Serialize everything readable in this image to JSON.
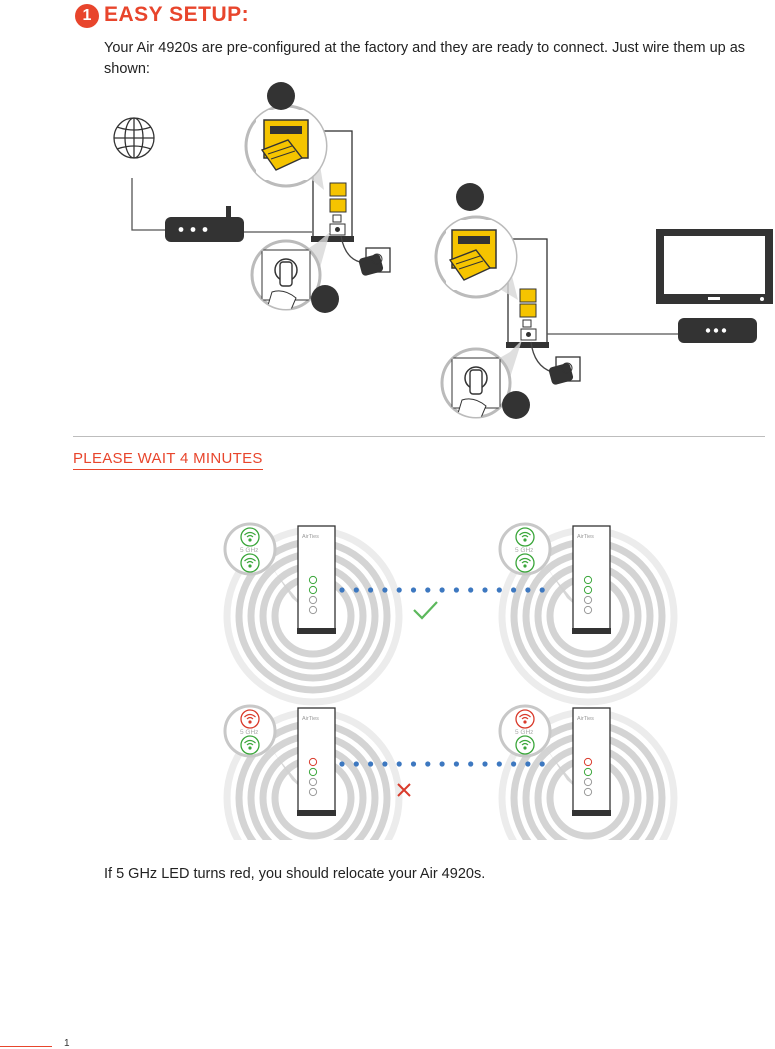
{
  "header": {
    "step_number": "1",
    "title": "EASY SETUP:",
    "intro": "Your Air 4920s are pre-configured at the factory and they are ready to connect. Just wire them up as shown:"
  },
  "section": {
    "wait_label": "PLEASE WAIT 4 MINUTES",
    "led_label": "5 GHz",
    "brand_label": "AirTies"
  },
  "footer": {
    "note": "If 5 GHz LED turns red, you should relocate your Air 4920s.",
    "page_number": "1"
  },
  "colors": {
    "accent": "#e8452c",
    "cable_yellow": "#f5c400",
    "dot_blue": "#3d78c0",
    "ok_green": "#5cb85c",
    "led_green": "#3aa63a",
    "led_red": "#d93a2b"
  }
}
